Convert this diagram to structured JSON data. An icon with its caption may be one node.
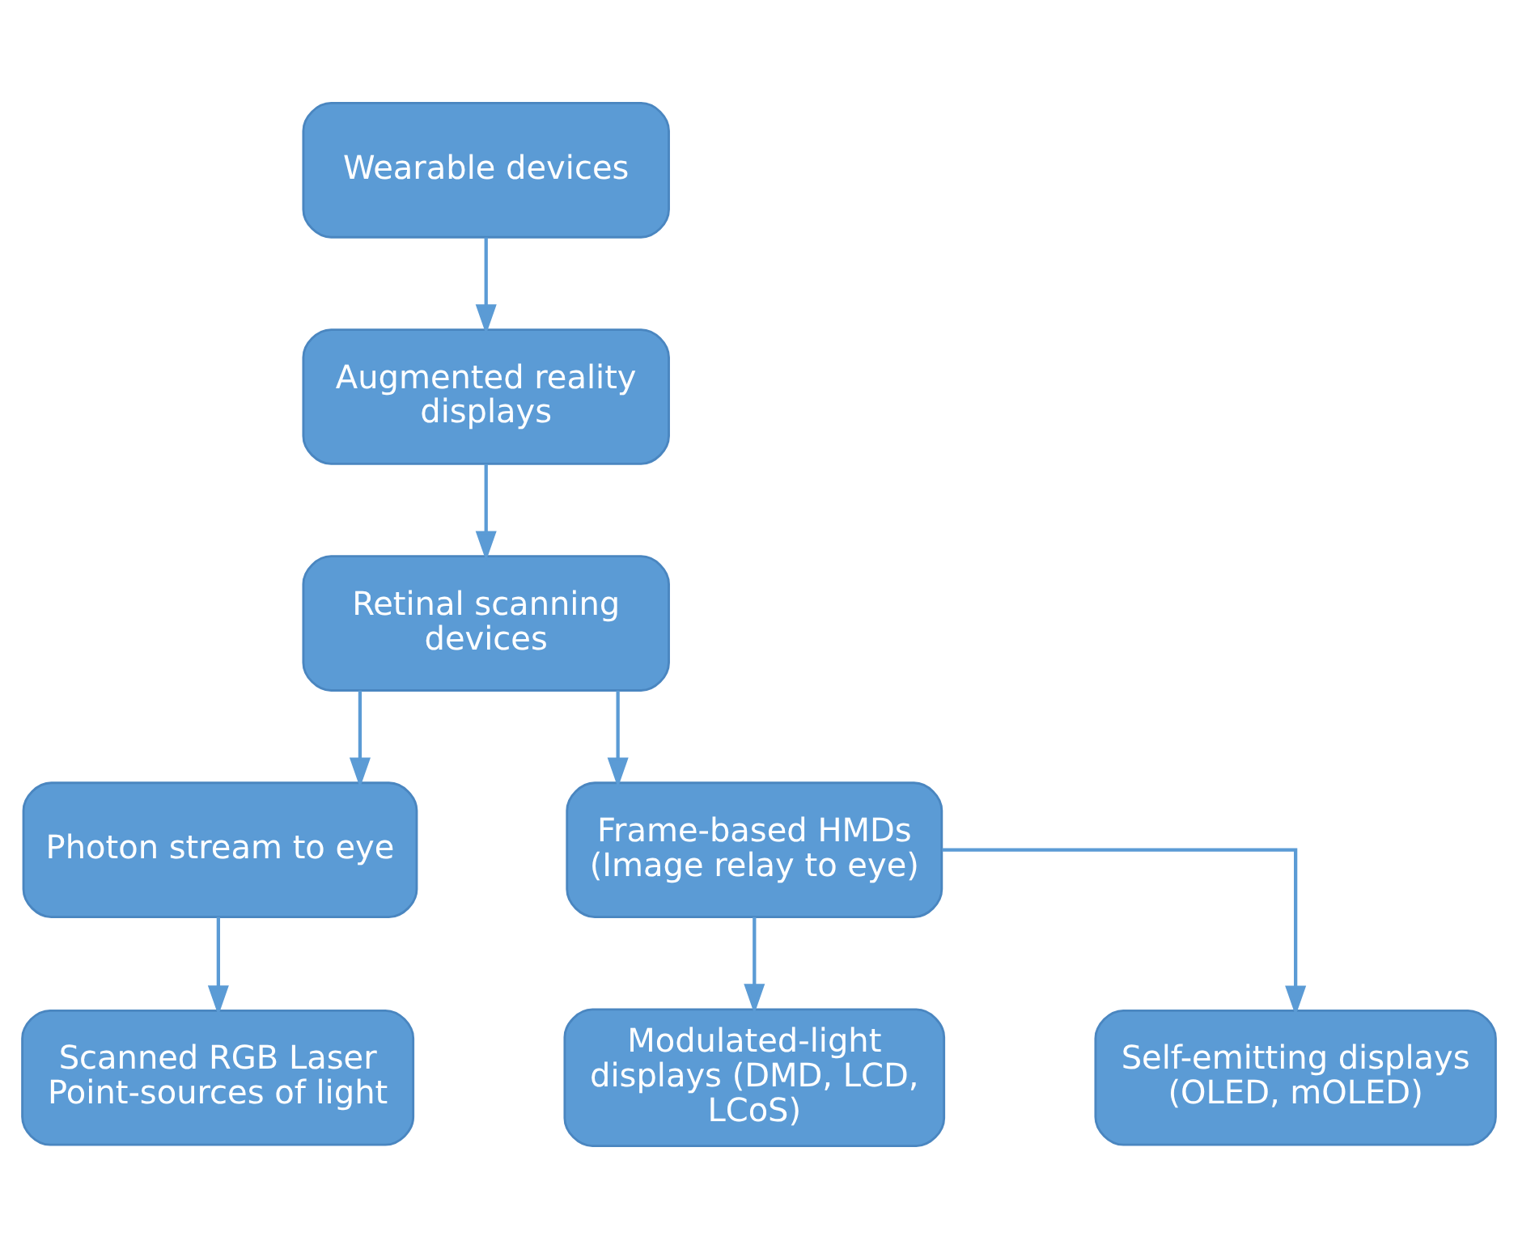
{
  "diagram": {
    "nodes": [
      {
        "text": [
          "Wearable devices"
        ]
      },
      {
        "text": [
          "Augmented reality displays"
        ]
      },
      {
        "text": [
          "Retinal scanning devices"
        ]
      },
      {
        "text": [
          "Photon stream to eye"
        ]
      },
      {
        "text": [
          "Frame-based HMDs (Image relay to eye)"
        ]
      },
      {
        "text": [
          "Scanned RGB Laser Point-sources of light"
        ]
      },
      {
        "text": [
          "Modulated-light displays (DMD, LCD, LCoS)"
        ]
      },
      {
        "text": [
          "Self-emitting displays (OLED, mOLED)"
        ]
      }
    ],
    "edges": [
      {
        "from": 0,
        "to": 1,
        "arrow": "to"
      },
      {
        "from": 1,
        "to": 2,
        "arrow": "to"
      },
      {
        "from": 2,
        "to": 3,
        "arrow": "to"
      },
      {
        "from": 2,
        "to": 4,
        "arrow": "to"
      },
      {
        "from": 3,
        "to": 5,
        "arrow": "to"
      },
      {
        "from": 4,
        "to": 6,
        "arrow": "to"
      },
      {
        "from": 4,
        "to": 7,
        "arrow": "to"
      }
    ]
  }
}
